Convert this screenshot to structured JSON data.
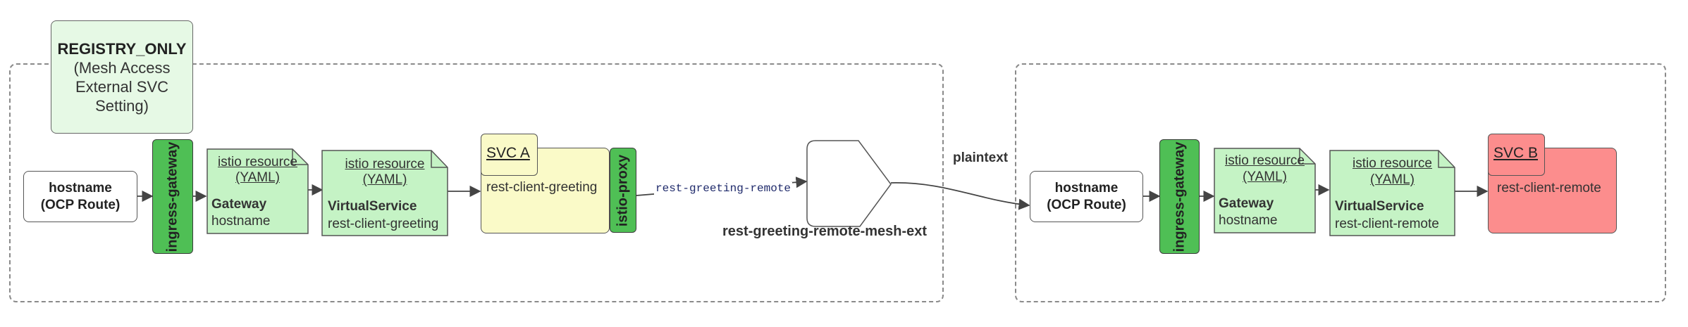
{
  "colors": {
    "region_border": "#8a8a8a",
    "gateway_green": "#4fbf55",
    "resource_light_green": "#c5f3c5",
    "registry_note_fill": "#e6f9e5",
    "svc_a_yellow": "#fafac8",
    "svc_b_red": "#fc8d8d",
    "arrow": "#444444"
  },
  "registry_note": {
    "title": "REGISTRY_ONLY",
    "line1": "(Mesh Access",
    "line2": "External SVC",
    "line3": "Setting)"
  },
  "left_cluster": {
    "hostname_box": {
      "line1": "hostname",
      "line2": "(OCP Route)"
    },
    "ingress_gateway": "ingress-gateway",
    "gateway_resource": {
      "title_line1": "istio resource",
      "title_line2": "(YAML)",
      "kind": "Gateway",
      "value": "hostname"
    },
    "virtualservice_resource": {
      "title_line1": "istio resource",
      "title_line2": "(YAML)",
      "kind": "VirtualService",
      "value": "rest-client-greeting"
    },
    "svc_tab": "SVC A",
    "svc_body": "rest-client-greeting",
    "istio_proxy": "istio-proxy",
    "connection_label": "rest-greeting-remote",
    "service_entry_label": "rest-greeting-remote-mesh-ext"
  },
  "link_label": "plaintext",
  "right_cluster": {
    "hostname_box": {
      "line1": "hostname",
      "line2": "(OCP Route)"
    },
    "ingress_gateway": "ingress-gateway",
    "gateway_resource": {
      "title_line1": "istio resource",
      "title_line2": "(YAML)",
      "kind": "Gateway",
      "value": "hostname"
    },
    "virtualservice_resource": {
      "title_line1": "istio resource",
      "title_line2": "(YAML)",
      "kind": "VirtualService",
      "value": "rest-client-remote"
    },
    "svc_tab": "SVC B",
    "svc_body": "rest-client-remote"
  }
}
